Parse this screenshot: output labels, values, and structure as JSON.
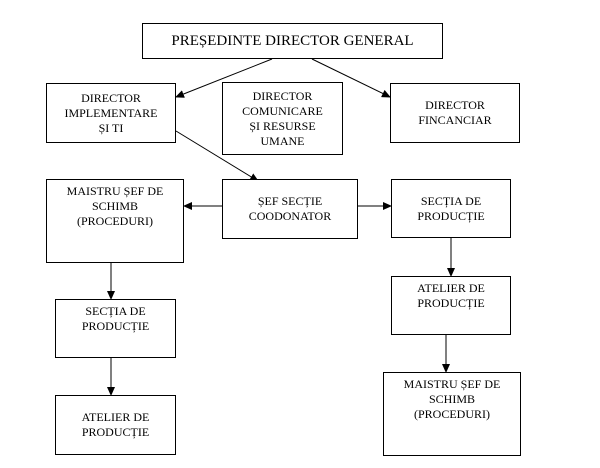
{
  "diagram": {
    "boxes": {
      "president": "PREȘEDINTE DIRECTOR GENERAL",
      "director_it": "DIRECTOR\nIMPLEMENTARE\nȘI TI",
      "director_hr": "DIRECTOR\nCOMUNICARE\nȘI RESURSE\nUMANE",
      "director_fin": "DIRECTOR\nFINCANCIAR",
      "shift_master_left": "MAISTRU ȘEF DE\nSCHIMB\n(PROCEDURI)",
      "section_chief": "ȘEF SECȚIE\nCOODONATOR",
      "production_section_right": "SECȚIA DE\nPRODUCȚIE",
      "production_section_left": "SECȚIA DE\nPRODUCȚIE",
      "workshop_right": "ATELIER DE\nPRODUCȚIE",
      "workshop_left": "ATELIER DE\nPRODUCȚIE",
      "shift_master_right": "MAISTRU ȘEF DE\nSCHIMB\n(PROCEDURI)"
    }
  }
}
